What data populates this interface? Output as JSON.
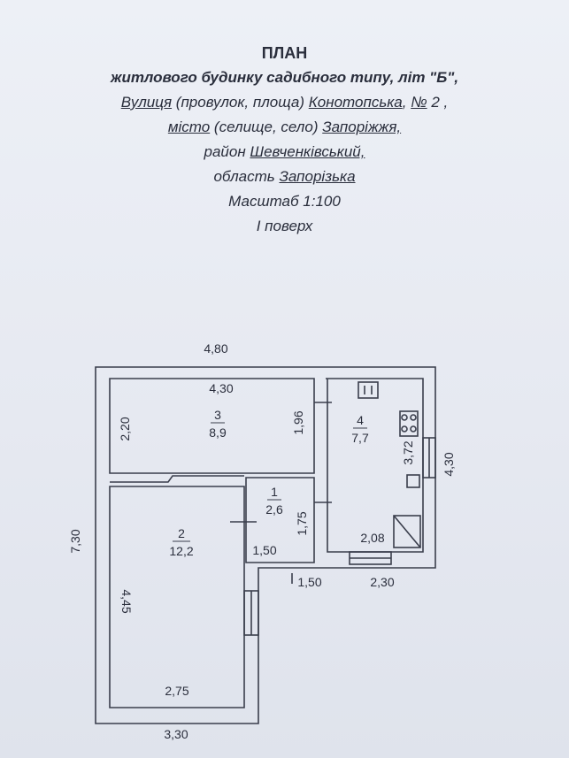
{
  "header": {
    "title": "ПЛАН",
    "subtitle": "житлового будинку  садибного типу, літ \"Б\",",
    "street_prefix": "Вулиця",
    "street_type": " (провулок, площа) ",
    "street_name": "Конотопська",
    "street_sep": ", ",
    "number_label": "№",
    "number_value": " 2 ,",
    "city_prefix": "місто",
    "city_type": " (селище, село)  ",
    "city_name": "Запоріжжя,",
    "district_prefix": "район ",
    "district_name": "Шевченківський,",
    "region_prefix": "область ",
    "region_name": "Запорізька",
    "scale": "Масштаб 1:100",
    "floor": "I поверх"
  },
  "plan": {
    "dimensions": {
      "top_width": "4,80",
      "left_height": "7,30",
      "bottom_width": "3,30",
      "right_height": "4,30",
      "room3_width": "4,30",
      "room3_height": "2,20",
      "room3_inner_height": "1,96",
      "room1_height": "1,75",
      "room1_width": "1,50",
      "step_width": "1,50",
      "room4_height": "3,72",
      "room4_width": "2,08",
      "annex_width": "2,30",
      "room2_height": "4,45",
      "room2_width": "2,75"
    },
    "rooms": [
      {
        "number": "3",
        "area": "8,9"
      },
      {
        "number": "4",
        "area": "7,7"
      },
      {
        "number": "1",
        "area": "2,6"
      },
      {
        "number": "2",
        "area": "12,2"
      }
    ]
  }
}
